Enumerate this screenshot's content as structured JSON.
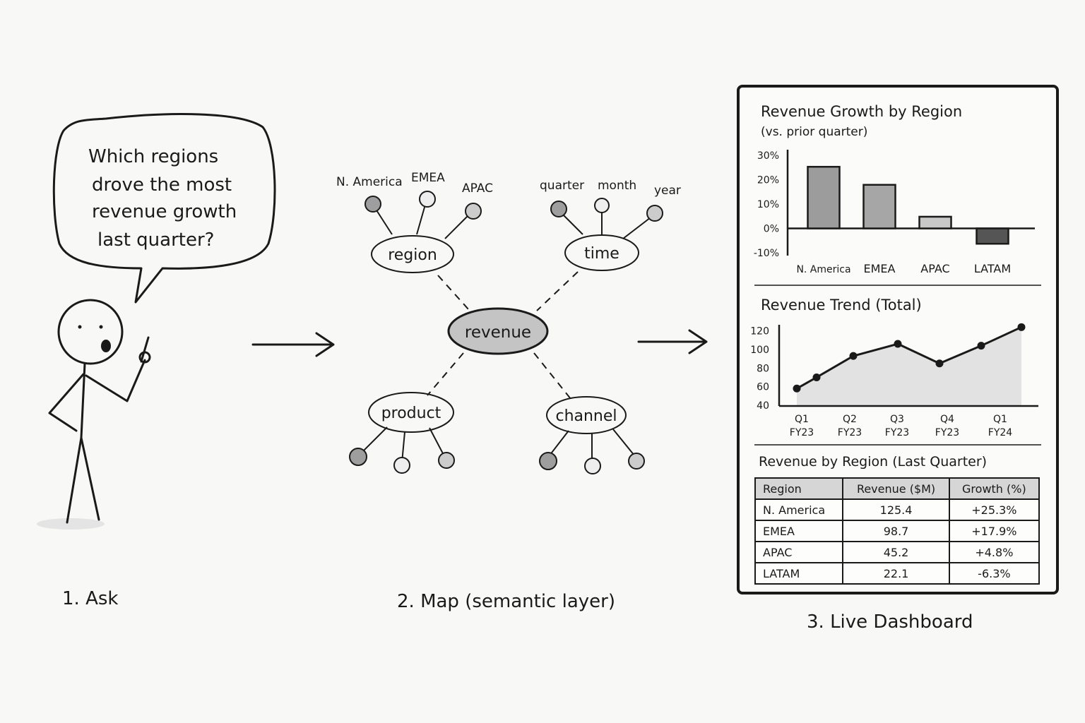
{
  "question": {
    "lines": [
      "Which regions",
      "drove the most",
      "revenue growth",
      "last quarter?"
    ]
  },
  "steps": {
    "ask": "1. Ask",
    "map": "2. Map (semantic layer)",
    "dashboard": "3. Live Dashboard"
  },
  "semantic_map": {
    "center": "revenue",
    "nodes": {
      "region": {
        "label": "region",
        "leaves": [
          "N. America",
          "EMEA",
          "APAC"
        ]
      },
      "time": {
        "label": "time",
        "leaves": [
          "quarter",
          "month",
          "year"
        ]
      },
      "product": {
        "label": "product",
        "leaves": []
      },
      "channel": {
        "label": "channel",
        "leaves": []
      }
    }
  },
  "dashboard": {
    "growth_chart": {
      "title": "Revenue Growth by Region",
      "subtitle": "(vs. prior quarter)"
    },
    "trend_chart": {
      "title": "Revenue Trend (Total)"
    },
    "table": {
      "title": "Revenue by Region (Last Quarter)",
      "headers": [
        "Region",
        "Revenue ($M)",
        "Growth (%)"
      ],
      "rows": [
        [
          "N. America",
          "125.4",
          "+25.3%"
        ],
        [
          "EMEA",
          "98.7",
          "+17.9%"
        ],
        [
          "APAC",
          "45.2",
          "+4.8%"
        ],
        [
          "LATAM",
          "22.1",
          "-6.3%"
        ]
      ]
    }
  },
  "chart_data": [
    {
      "type": "bar",
      "title": "Revenue Growth by Region",
      "subtitle": "(vs. prior quarter)",
      "categories": [
        "N. America",
        "EMEA",
        "APAC",
        "LATAM"
      ],
      "values": [
        25.3,
        17.9,
        4.8,
        -6.3
      ],
      "ylim": [
        -10,
        30
      ],
      "yticks": [
        "30%",
        "20%",
        "10%",
        "0%",
        "-10%"
      ],
      "colors": [
        "#9c9c9c",
        "#a6a6a6",
        "#c8c8c8",
        "#555555"
      ],
      "grid": false
    },
    {
      "type": "area",
      "title": "Revenue Trend (Total)",
      "x": [
        "Q1",
        "",
        "Q2",
        "Q3",
        "Q4",
        "",
        "Q1"
      ],
      "xticks": [
        "Q1 FY23",
        "Q2 FY23",
        "Q3 FY23",
        "Q4 FY23",
        "Q1 FY24"
      ],
      "values": [
        58,
        70,
        93,
        106,
        85,
        104,
        124
      ],
      "ylim": [
        40,
        125
      ],
      "yticks": [
        "120",
        "100",
        "80",
        "60",
        "40"
      ],
      "fill": "#e2e2e2",
      "grid": false
    }
  ]
}
